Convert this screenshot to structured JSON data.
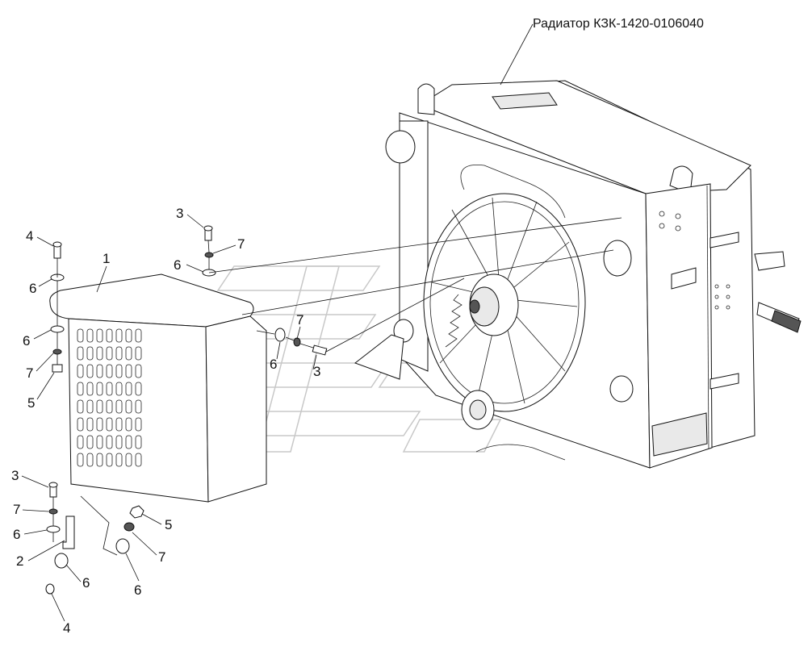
{
  "title": "Радиатор КЗК-1420-0106040",
  "callouts": {
    "c4_top": "4",
    "c6_a": "6",
    "c1": "1",
    "c6_b": "6",
    "c7_a": "7",
    "c5_a": "5",
    "c3_top": "3",
    "c7_top": "7",
    "c6_top": "6",
    "c7_mid": "7",
    "c6_mid": "6",
    "c3_mid": "3",
    "c3_low": "3",
    "c7_low": "7",
    "c6_low": "6",
    "c2": "2",
    "c6_bl": "6",
    "c4_bot": "4",
    "c5_br": "5",
    "c7_br": "7",
    "c6_br": "6"
  }
}
